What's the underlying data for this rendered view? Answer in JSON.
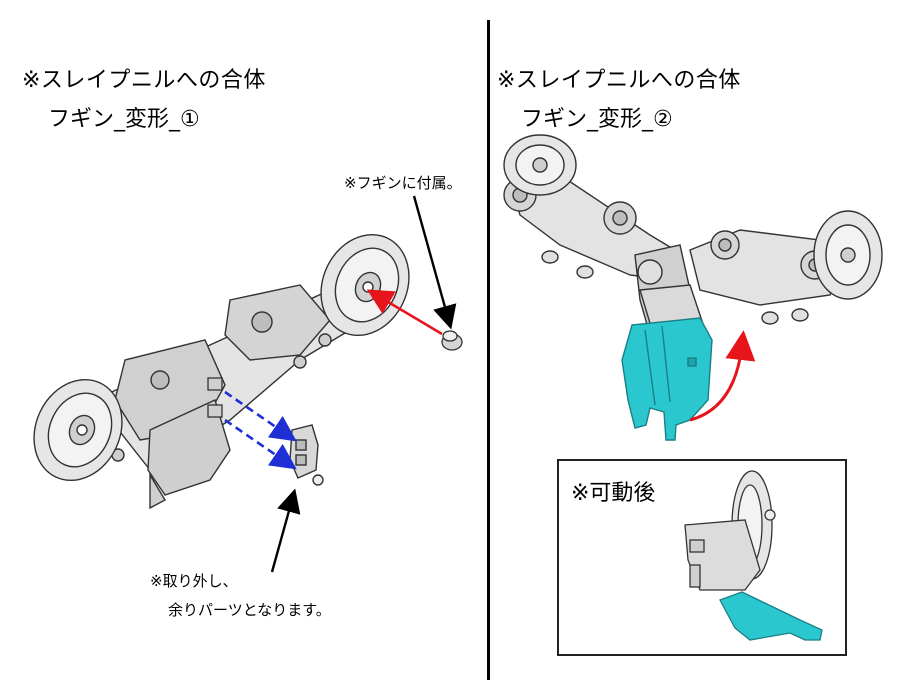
{
  "left_panel": {
    "title": "※スレイプニルへの合体",
    "subtitle": "フギン_変形_①",
    "note_top": "※フギンに付属。",
    "note_bottom_line1": "※取り外し、",
    "note_bottom_line2": "余りパーツとなります。"
  },
  "right_panel": {
    "title": "※スレイプニルへの合体",
    "subtitle": "フギン_変形_②",
    "inset_title": "※可動後"
  },
  "colors": {
    "red_arrow": "#e8141c",
    "blue_arrow": "#1f2fd6",
    "cyan_part": "#2bc7cf",
    "gray_part": "#d9d9d9",
    "outline": "#333333"
  }
}
